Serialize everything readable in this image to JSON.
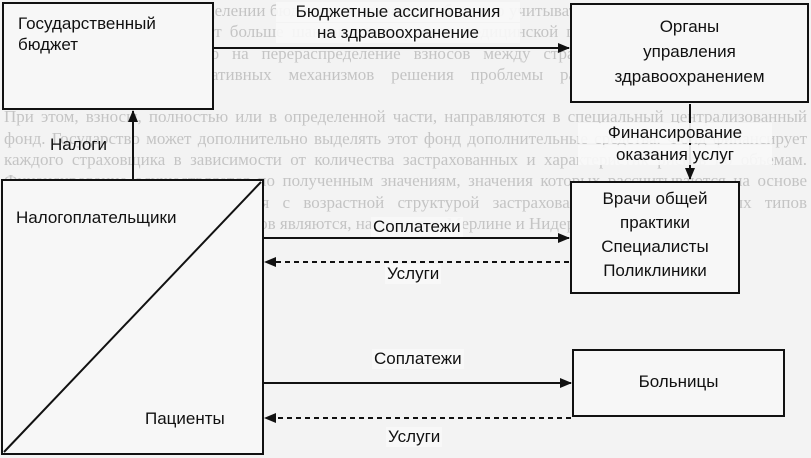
{
  "background_text": [
    "ности решений. При распределении бюджетных средств необходимо учитывать интересы как государства, так и населения, которые имеют больше шансов на получение медицинской помощи, связанной с высокими рисками заболеваний, либо на перераспределение взносов между страховщиками. В системе ОМС применяется ряд альтернативных механизмов решения проблемы развития финансовых условий деятельности страховщиков.",
    "При этом, взносы, полностью или в определенной части, направляются в специальный централизованный фонд. Государство может дополнительно выделять этот фонд дополнительные средства. Фонд финансирует каждого страховщика в зависимости от количества застрахованных и характеристик рисков по объемам. Финансирование осуществляется по полученным значениям, значения которых рассчитываются на основе ранее принятой модели развития с возрастной структурой застрахованных, и определенных типов страхования. Примерами механизмов являются, например, в Мерлине и Нидерландах."
  ],
  "nodes": {
    "state_budget": [
      "Государственный",
      "бюджет"
    ],
    "health_authorities": [
      "Органы",
      "управления",
      "здравоохранением"
    ],
    "taxpayers": "Налогоплательщики",
    "patients": "Пациенты",
    "gp": [
      "Врачи общей",
      "практики",
      "Специалисты",
      "Поликлиники"
    ],
    "hospitals": "Больницы"
  },
  "edges": {
    "budget_allocations": [
      "Бюджетные ассигнования",
      "на здравоохранение"
    ],
    "taxes": "Налоги",
    "service_financing": [
      "Финансирование",
      "оказания услуг"
    ],
    "copayments_gp": "Соплатежи",
    "services_gp": "Услуги",
    "copayments_hospital": "Соплатежи",
    "services_hospital": "Услуги"
  }
}
